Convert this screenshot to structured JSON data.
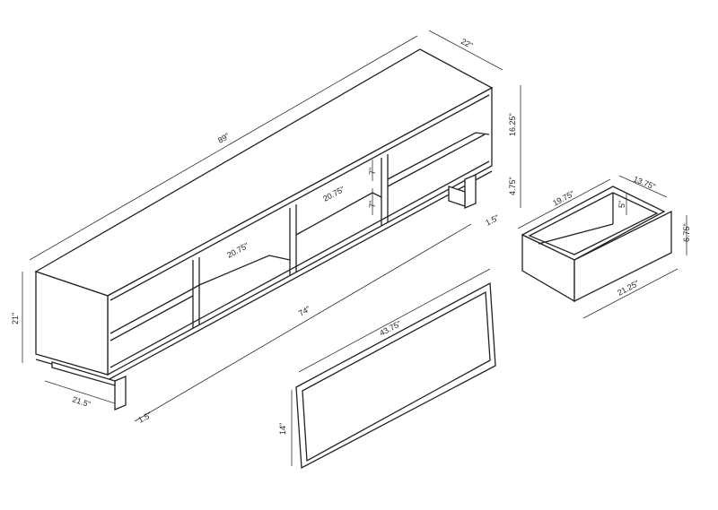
{
  "cabinet": {
    "length": "89\"",
    "depth": "22\"",
    "upper_height": "16.25\"",
    "base_height": "4.75\"",
    "leg_width_right": "1.5\"",
    "shelf_gap_upper": "7\"",
    "shelf_gap_lower": "7\"",
    "shelf_width_center": "20.75\"",
    "shelf_width_left": "20.75\"",
    "inner_length": "74\"",
    "total_height": "21\"",
    "leg_depth": "21.5\"",
    "leg_width_left": "1.5\""
  },
  "drawer": {
    "depth": "19.75\"",
    "width": "13.75\"",
    "inner_height": "5\"",
    "front_height": "6.75\"",
    "front_width": "21.25\""
  },
  "panel": {
    "width": "43.75\"",
    "height": "14\""
  }
}
